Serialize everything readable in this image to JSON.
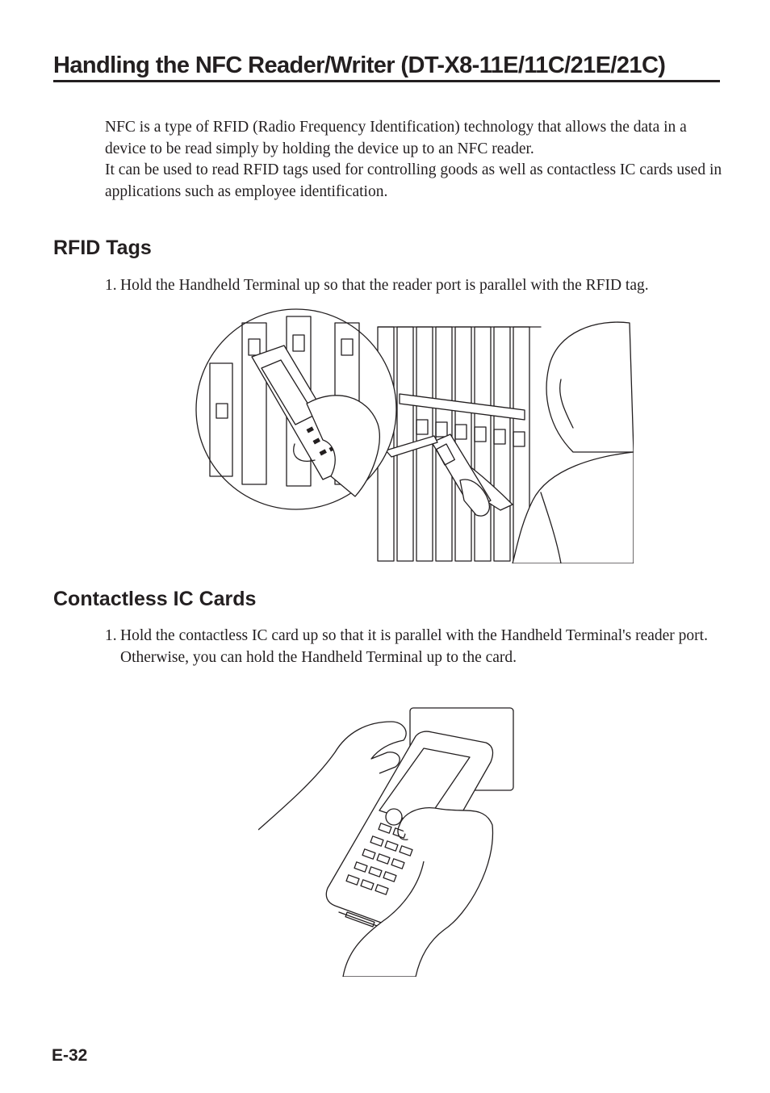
{
  "page": {
    "title": "Handling the NFC Reader/Writer (DT-X8-11E/11C/21E/21C)",
    "page_number": "E-32"
  },
  "intro": {
    "paragraphs": [
      "NFC is a type of RFID (Radio Frequency Identification) technology that allows the data in a device to be read simply by holding the device up to an NFC reader.",
      "It can be used to read RFID tags used for controlling goods as well as contactless IC cards used in applications such as employee identification."
    ]
  },
  "sections": [
    {
      "heading": "RFID Tags",
      "step_number": "1.",
      "step_lines": [
        "Hold the Handheld Terminal up so that the reader port is parallel with the RFID tag."
      ]
    },
    {
      "heading": "Contactless IC Cards",
      "step_number": "1.",
      "step_lines": [
        "Hold the contactless IC card up so that it is parallel with the Handheld Terminal's reader port.",
        "Otherwise, you can hold the Handheld Terminal up to the card."
      ]
    }
  ],
  "colors": {
    "text": "#231f20",
    "background": "#ffffff"
  }
}
